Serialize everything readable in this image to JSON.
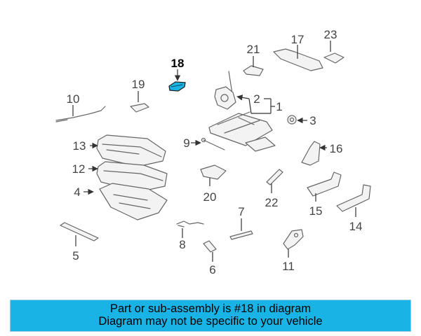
{
  "diagram": {
    "highlighted_part": "18",
    "highlight_color": "#1ab3e6",
    "callouts": [
      "1",
      "2",
      "3",
      "4",
      "5",
      "6",
      "7",
      "8",
      "9",
      "10",
      "11",
      "12",
      "13",
      "14",
      "15",
      "16",
      "17",
      "18",
      "19",
      "20",
      "21",
      "22",
      "23"
    ]
  },
  "banner": {
    "line1": "Part or sub-assembly is #18 in diagram",
    "line2": "Diagram may not be specific to your vehicle",
    "background": "#1ab3e6"
  }
}
